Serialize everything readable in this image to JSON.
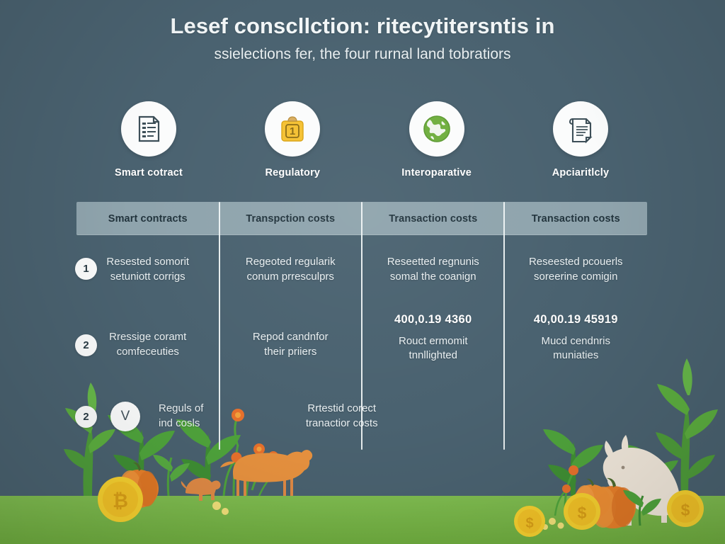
{
  "header": {
    "title": "Lesef conscllction: ritecytitersntis in",
    "subtitle": "ssielections fer, the four rurnal land tobratiors"
  },
  "icons": [
    {
      "label": "Smart cotract",
      "icon_name": "document-lines-icon"
    },
    {
      "label": "Regulatory",
      "icon_name": "clipboard-number-one-icon"
    },
    {
      "label": "Interoparative",
      "icon_name": "globe-icon"
    },
    {
      "label": "Apciaritlcly",
      "icon_name": "scroll-document-icon"
    }
  ],
  "table": {
    "columns": [
      "Smart contracts",
      "Transpction costs",
      "Transaction costs",
      "Transaction costs"
    ],
    "rows": [
      {
        "badge": "1",
        "marker": null,
        "cells": [
          {
            "value": null,
            "text": "Resested somorit\nsetuniott corrigs"
          },
          {
            "value": null,
            "text": "Regeoted regularik\nconum prresculprs"
          },
          {
            "value": null,
            "text": "Reseetted regnunis\nsomal the coanign"
          },
          {
            "value": null,
            "text": "Reseested pcouerls\nsoreerine comigin"
          }
        ]
      },
      {
        "badge": "2",
        "marker": null,
        "cells": [
          {
            "value": null,
            "text": "Rressige coramt\ncomfeceuties"
          },
          {
            "value": null,
            "text": "Repod candnfor\ntheir priiers"
          },
          {
            "value": "400,0.19 4360",
            "text": "Rouct ermomit\ntnnllighted"
          },
          {
            "value": "40,00.19 45919",
            "text": "Mucd cendnris\nmuniaties"
          }
        ]
      },
      {
        "badge": "2",
        "marker": "V",
        "cells": [
          {
            "value": null,
            "text": "Reguls of\nind cosls"
          },
          {
            "value": null,
            "text": "Rrtestid corect\ntranactior costs"
          },
          {
            "value": null,
            "text": ""
          },
          {
            "value": null,
            "text": ""
          }
        ]
      }
    ]
  },
  "scenery": {
    "ground_color": "#76b843",
    "background_color": "#4a6270",
    "items": [
      "plant-stalk",
      "pumpkin",
      "bitcoin-coin",
      "flower-cluster",
      "small-animal",
      "cow-silhouette",
      "large-pale-animal",
      "dollar-coin-left",
      "dollar-coin-right",
      "pumpkin-right"
    ]
  },
  "colors": {
    "background": "#4a6270",
    "ground": "#76b843",
    "header_bar": "#8fa4ad",
    "header_text": "#22343d",
    "body_text": "#e9eff1",
    "accent_yellow": "#f5c131",
    "accent_green": "#6fae3e",
    "accent_orange": "#e8872f",
    "badge_bg": "#fbfcfc"
  }
}
